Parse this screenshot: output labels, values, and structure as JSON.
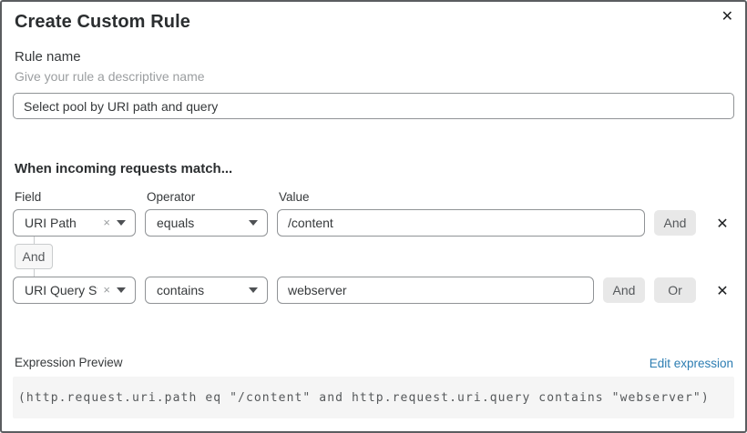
{
  "dialog": {
    "title": "Create Custom Rule"
  },
  "icons": {
    "close": "✕",
    "clear": "×",
    "delete": "✕"
  },
  "rule_name": {
    "label": "Rule name",
    "helper": "Give your rule a descriptive name",
    "value": "Select pool by URI path and query"
  },
  "match": {
    "heading": "When incoming requests match...",
    "columns": {
      "field": "Field",
      "operator": "Operator",
      "value": "Value"
    },
    "and_label": "And",
    "or_label": "Or",
    "connector_label": "And",
    "rows": [
      {
        "field": "URI Path",
        "operator": "equals",
        "value": "/content"
      },
      {
        "field": "URI Query St...",
        "operator": "contains",
        "value": "webserver"
      }
    ]
  },
  "expression": {
    "label": "Expression Preview",
    "edit_link": "Edit expression",
    "code": "(http.request.uri.path eq \"/content\" and http.request.uri.query contains \"webserver\")"
  },
  "colors": {
    "link_blue": "#2c7db2",
    "button_gray": "#e8e8e8",
    "code_bg": "#f5f5f5",
    "border_gray": "#909396"
  }
}
